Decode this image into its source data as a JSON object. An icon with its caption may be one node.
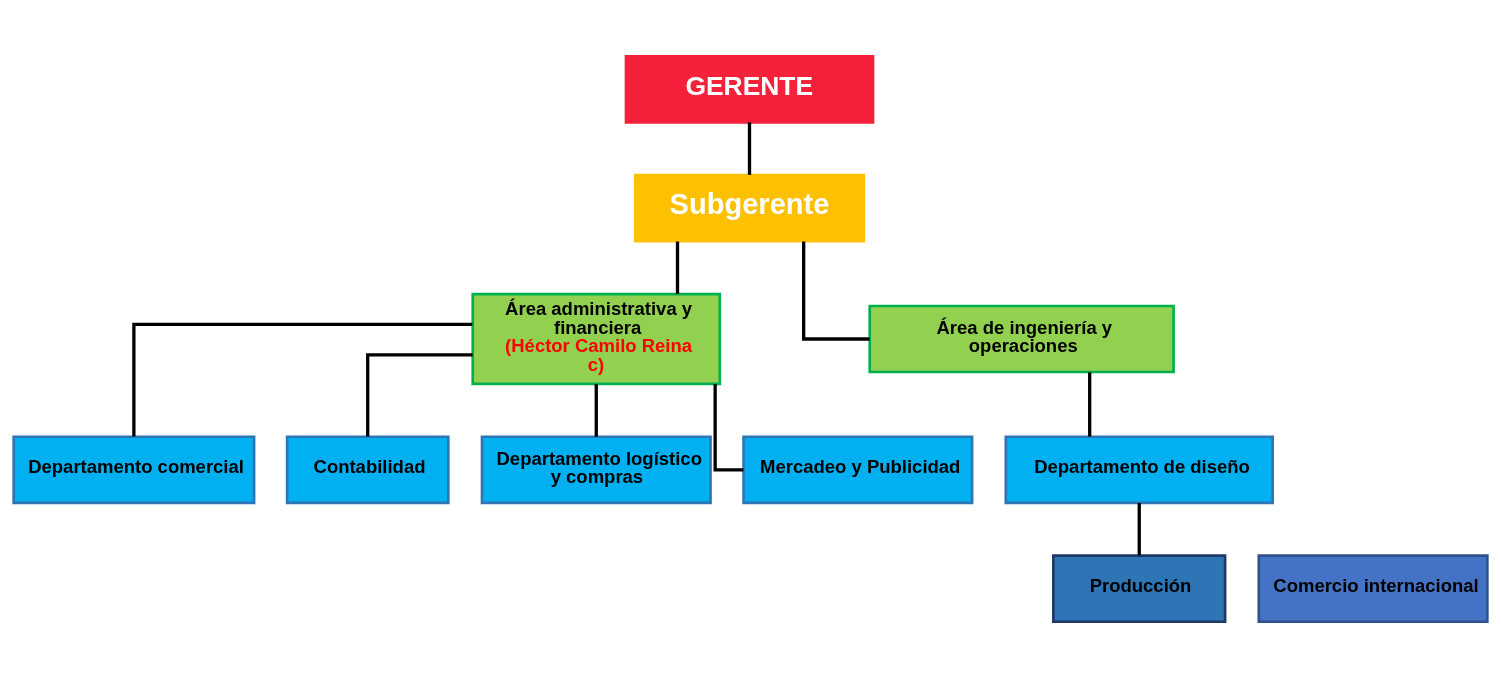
{
  "diagram": {
    "nodes": [
      {
        "text": [
          "GERENTE"
        ]
      },
      {
        "text": [
          "Subgerente"
        ]
      },
      {
        "text": [
          "Área administrativa y financiera",
          "(Héctor Camilo Reina c)"
        ]
      },
      {
        "text": [
          "Área de ingeniería y operaciones"
        ]
      },
      {
        "text": [
          "Departamento comercial"
        ]
      },
      {
        "text": [
          "Contabilidad"
        ]
      },
      {
        "text": [
          "Departamento logístico y compras"
        ]
      },
      {
        "text": [
          "Mercadeo y Publicidad"
        ]
      },
      {
        "text": [
          "Departamento de diseño"
        ]
      },
      {
        "text": [
          "Comercio internacional"
        ]
      },
      {
        "text": [
          "Producción"
        ]
      }
    ],
    "edges": [
      {
        "from": 0,
        "to": 1,
        "arrow": "none"
      },
      {
        "from": 1,
        "to": 2,
        "arrow": "none"
      },
      {
        "from": 1,
        "to": 3,
        "arrow": "none"
      },
      {
        "from": 2,
        "to": 4,
        "arrow": "none"
      },
      {
        "from": 2,
        "to": 5,
        "arrow": "none"
      },
      {
        "from": 2,
        "to": 6,
        "arrow": "none"
      },
      {
        "from": 2,
        "to": 7,
        "arrow": "none"
      },
      {
        "from": 3,
        "to": 8,
        "arrow": "none"
      },
      {
        "from": 8,
        "to": 10,
        "arrow": "none"
      }
    ]
  }
}
